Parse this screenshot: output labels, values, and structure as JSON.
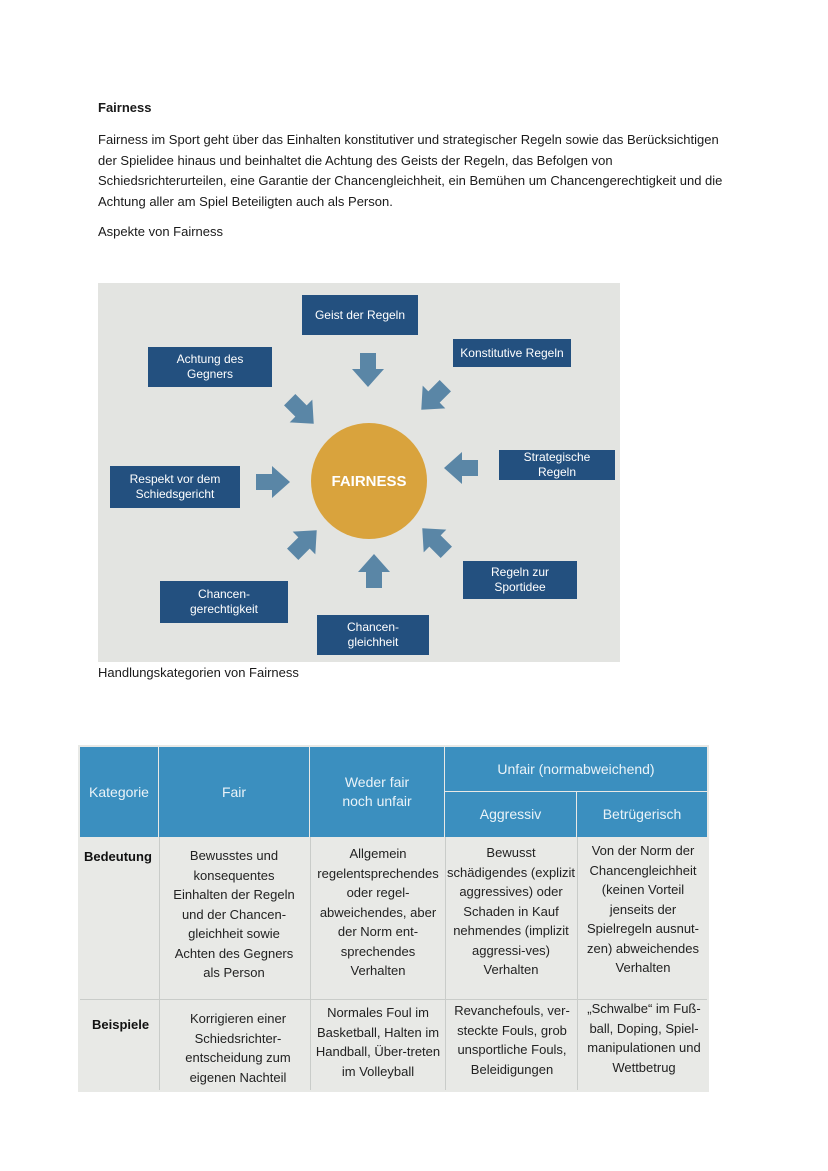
{
  "heading": "Fairness",
  "paragraph": "Fairness im Sport geht über das Einhalten konstitutiver und strategischer Regeln sowie das Berücksichtigen der Spielidee hinaus und beinhaltet die Achtung des Geists der Regeln, das Befolgen von Schiedsrichterurteilen, eine Garantie der Chancengleichheit, ein Bemühen um Chancengerechtigkeit und die Achtung aller am Spiel Beteiligten auch als Person.",
  "caption_aspects": "Aspekte von Fairness",
  "caption_categories": "Handlungskategorien von Fairness",
  "diagram": {
    "center": "FAIRNESS",
    "aspects": [
      "Geist der Regeln",
      "Konstitutive Regeln",
      "Strategische Regeln",
      "Regeln zur Sportidee",
      "Chancen-gleichheit",
      "Chancen-gerechtigkeit",
      "Respekt vor dem Schiedsgericht",
      "Achtung des Gegners"
    ],
    "colors": {
      "box": "#23507f",
      "arrow": "#5a86a6",
      "circle": "#d9a33d"
    }
  },
  "table": {
    "headers": {
      "kategorie": "Kategorie",
      "fair": "Fair",
      "weder": "Weder fair noch unfair",
      "unfair": "Unfair (normabweichend)",
      "aggressiv": "Aggressiv",
      "betruegerisch": "Betrügerisch"
    },
    "rows": [
      {
        "label": "Bedeutung",
        "fair": "Bewusstes und konsequentes Einhalten der Regeln und der Chancen-gleichheit sowie Achten des Gegners als Person",
        "weder": "Allgemein regelentsprechendes oder regel-abweichendes, aber der Norm ent-sprechendes Verhalten",
        "aggressiv": "Bewusst schädigendes (explizit aggressives) oder Schaden in Kauf nehmendes (implizit aggressi-ves) Verhalten",
        "betruegerisch": "Von der Norm der Chancengleichheit (keinen Vorteil jenseits der Spielregeln ausnut-zen) abweichendes Verhalten"
      },
      {
        "label": "Beispiele",
        "fair": "Korrigieren einer Schiedsrichter-entscheidung zum eigenen Nachteil",
        "weder": "Normales Foul im Basketball, Halten im Handball, Über-treten im Volleyball",
        "aggressiv": "Revanchefouls, ver-steckte Fouls, grob unsportliche Fouls, Beleidigungen",
        "betruegerisch": "„Schwalbe“ im Fuß-ball, Doping, Spiel-manipulationen und Wettbetrug"
      }
    ],
    "colors": {
      "header": "#3b8fbf",
      "body": "#e8e9e6"
    }
  }
}
